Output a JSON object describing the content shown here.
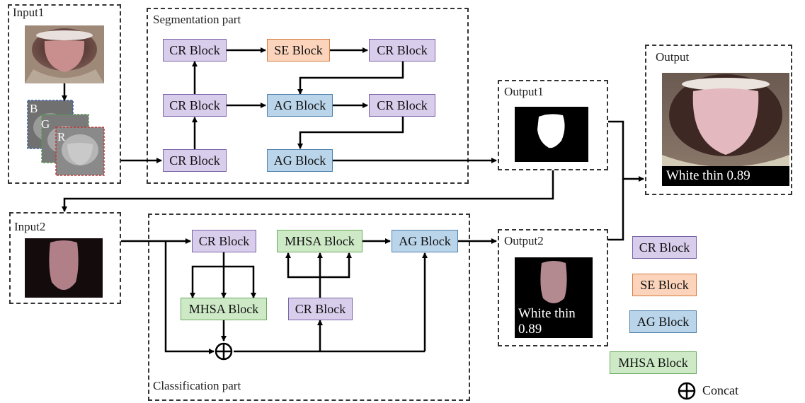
{
  "inputs": {
    "input1_title": "Input1",
    "input2_title": "Input2",
    "channel_labels": [
      "B",
      "G",
      "R"
    ]
  },
  "segmentation": {
    "title": "Segmentation part",
    "cr_block_1": "CR Block",
    "se_block": "SE Block",
    "cr_block_2": "CR Block",
    "cr_block_3": "CR Block",
    "ag_block_1": "AG Block",
    "cr_block_4": "CR Block",
    "cr_block_5": "CR Block",
    "ag_block_2": "AG Block"
  },
  "classification": {
    "title": "Classification part",
    "cr_block_1": "CR Block",
    "mhsa_block_1": "MHSA Block",
    "mhsa_block_2": "MHSA Block",
    "ag_block": "AG Block",
    "cr_block_2": "CR Block"
  },
  "outputs": {
    "output1_title": "Output1",
    "output2_title": "Output2",
    "output_title": "Output",
    "output2_caption_line1": "White thin",
    "output2_caption_line2": "0.89",
    "output_caption": "White thin 0.89"
  },
  "legend": {
    "cr": "CR Block",
    "se": "SE Block",
    "ag": "AG Block",
    "mhsa": "MHSA Block",
    "concat": "Concat"
  },
  "colors": {
    "cr_fill": "#d9cdec",
    "se_fill": "#fbd4bb",
    "ag_fill": "#bad5ea",
    "mhsa_fill": "#cde9c6"
  }
}
